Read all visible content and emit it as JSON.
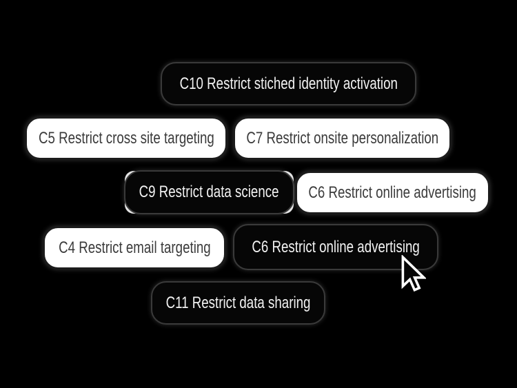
{
  "background_color": "#000000",
  "colors": {
    "background_color": "#000000",
    "dark_chip_bg": "#060606",
    "dark_chip_text": "#f2f2f2",
    "dark_chip_border": "#3a3a3a",
    "light_chip_bg": "#ffffff",
    "light_chip_text": "#3b3b3b",
    "light_chip_border": "#1b1b1b",
    "selected_corner_accent": "#ededed",
    "cursor_fill": "#050505",
    "cursor_outline": "#ffffff"
  },
  "chips": [
    {
      "id": "c10",
      "label": "C10 Restrict stiched identity activation",
      "variant": "dark"
    },
    {
      "id": "c5",
      "label": "C5 Restrict cross site targeting",
      "variant": "light"
    },
    {
      "id": "c7",
      "label": "C7 Restrict onsite personalization",
      "variant": "light"
    },
    {
      "id": "c9",
      "label": "C9 Restrict data science",
      "variant": "dark",
      "corner_accent": true
    },
    {
      "id": "c6-light",
      "label": "C6 Restrict online advertising",
      "variant": "light"
    },
    {
      "id": "c4",
      "label": "C4 Restrict email targeting",
      "variant": "light"
    },
    {
      "id": "c6-dark",
      "label": "C6 Restrict online advertising",
      "variant": "dark",
      "cursor_over": true
    },
    {
      "id": "c11",
      "label": "C11 Restrict data sharing",
      "variant": "dark"
    }
  ],
  "cursor": {
    "icon": "arrow-pointer-icon"
  }
}
